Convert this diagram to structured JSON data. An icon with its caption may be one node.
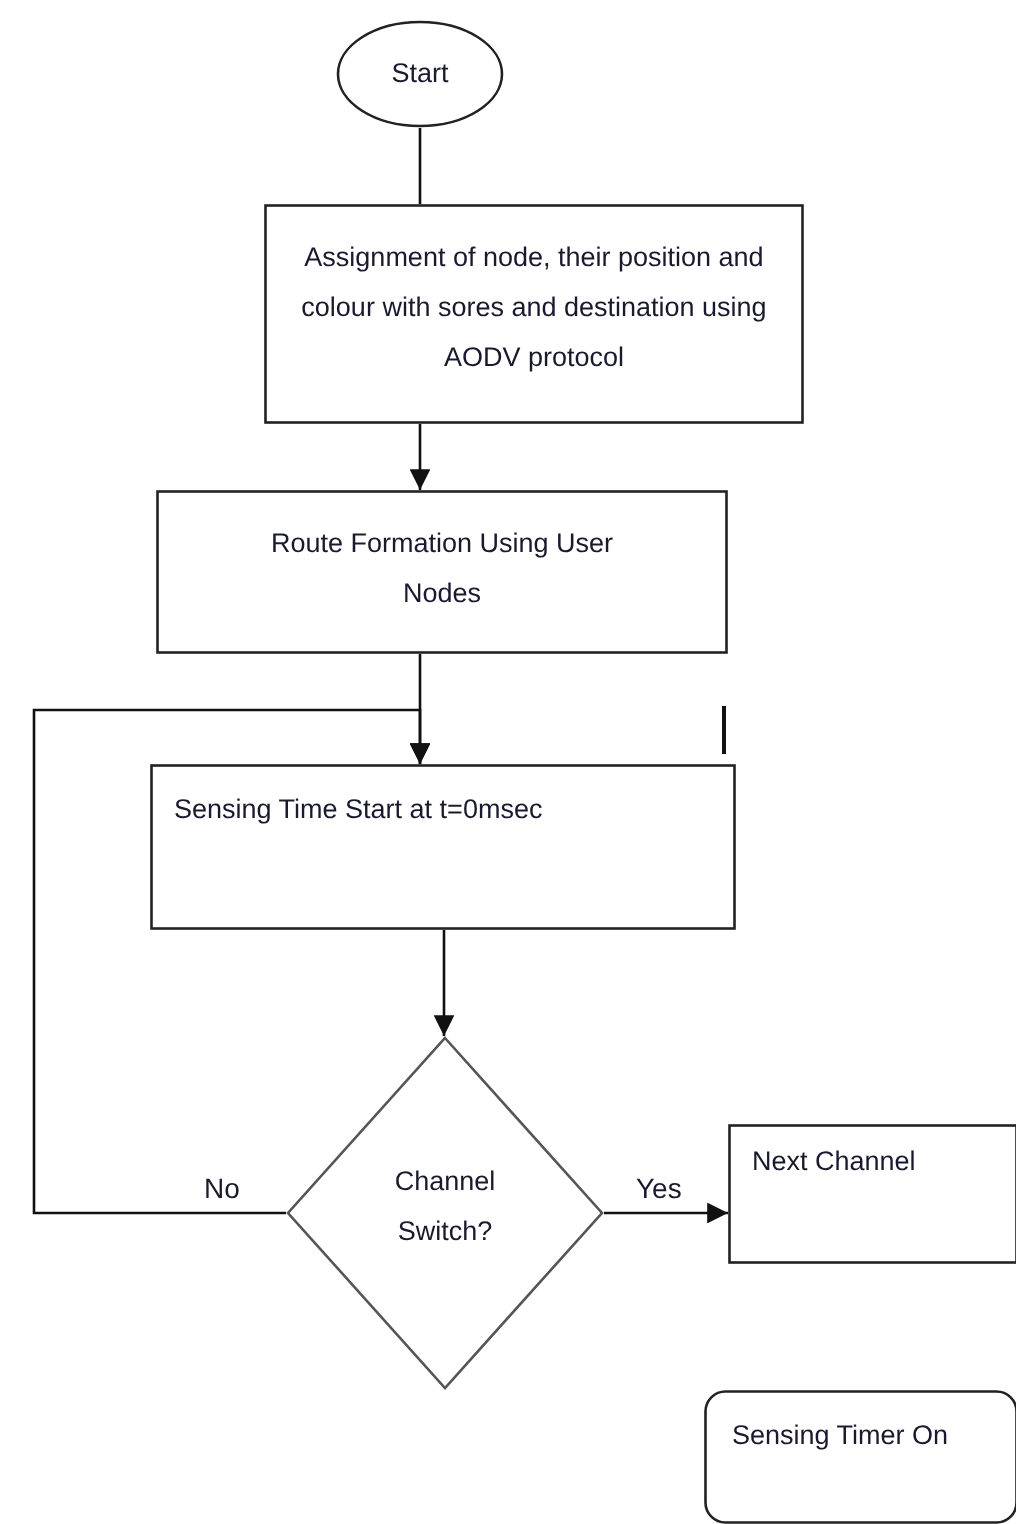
{
  "diagram": {
    "nodes": [
      {
        "text": [
          "Start"
        ]
      },
      {
        "text": [
          "Assignment of node, their position and colour with sores and destination using AODV protocol"
        ]
      },
      {
        "text": [
          "Route Formation Using User Nodes"
        ]
      },
      {
        "text": [
          "Sensing Time Start at t=0msec"
        ]
      },
      {
        "text": [
          "Channel Switch?"
        ]
      },
      {
        "text": [
          "Next Channel"
        ]
      },
      {
        "text": [
          "Sensing Timer On"
        ]
      }
    ],
    "edges": [
      {
        "from": 0,
        "to": 1,
        "arrow": "none"
      },
      {
        "from": 1,
        "to": 2,
        "arrow": "to"
      },
      {
        "from": 2,
        "to": 3,
        "arrow": "to"
      },
      {
        "from": 3,
        "to": 4,
        "arrow": "to"
      },
      {
        "from": 4,
        "to": 5,
        "arrow": "to",
        "label": "Yes"
      },
      {
        "from": 4,
        "to": 3,
        "arrow": "to",
        "label": "No"
      }
    ]
  }
}
